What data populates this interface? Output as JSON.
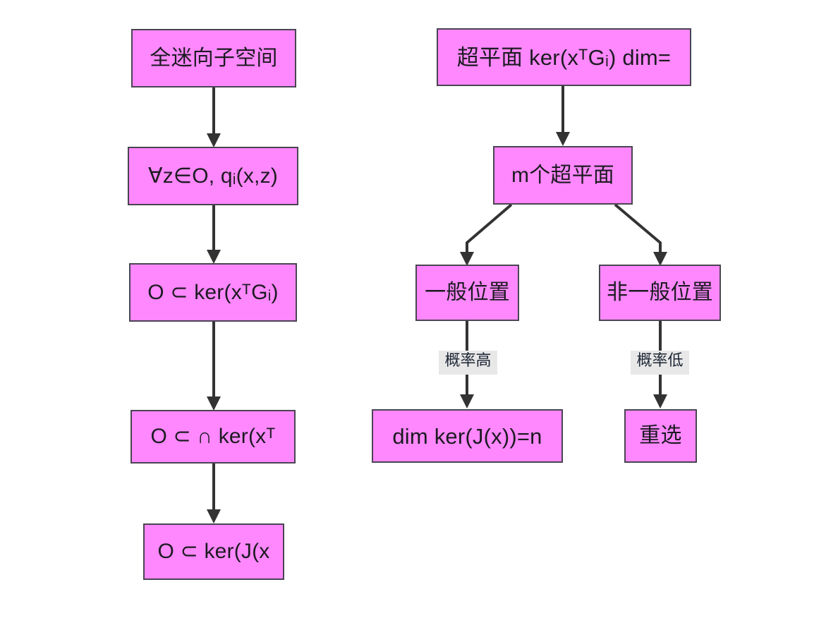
{
  "diagram": {
    "type": "flowchart",
    "title": "",
    "background_color": "#ffffff",
    "node_fill": "#ff88ff",
    "node_border": "#4a4452",
    "edge_color": "#333333",
    "edge_label_bg": "#e8e8e8",
    "left_chain": {
      "nodes": [
        {
          "id": "L1",
          "label": "全迷向子空间"
        },
        {
          "id": "L2",
          "label": "∀z∈O, qᵢ(x,z)"
        },
        {
          "id": "L3",
          "label": "O ⊂ ker(xᵀGᵢ)"
        },
        {
          "id": "L4",
          "label": "O ⊂ ∩ ker(xᵀ"
        },
        {
          "id": "L5",
          "label": "O ⊂ ker(J(x"
        }
      ],
      "edges": [
        {
          "from": "L1",
          "to": "L2",
          "label": ""
        },
        {
          "from": "L2",
          "to": "L3",
          "label": ""
        },
        {
          "from": "L3",
          "to": "L4",
          "label": ""
        },
        {
          "from": "L4",
          "to": "L5",
          "label": ""
        }
      ]
    },
    "right_chain": {
      "nodes": [
        {
          "id": "R1",
          "label": "超平面 ker(xᵀGᵢ) dim="
        },
        {
          "id": "R2",
          "label": "m个超平面"
        },
        {
          "id": "R3",
          "label": "一般位置"
        },
        {
          "id": "R4",
          "label": "非一般位置"
        },
        {
          "id": "R5",
          "label": "dim ker(J(x))=n"
        },
        {
          "id": "R6",
          "label": "重选"
        }
      ],
      "edges": [
        {
          "from": "R1",
          "to": "R2",
          "label": ""
        },
        {
          "from": "R2",
          "to": "R3",
          "label": ""
        },
        {
          "from": "R2",
          "to": "R4",
          "label": ""
        },
        {
          "from": "R3",
          "to": "R5",
          "label": "概率高"
        },
        {
          "from": "R4",
          "to": "R6",
          "label": "概率低"
        }
      ]
    }
  }
}
